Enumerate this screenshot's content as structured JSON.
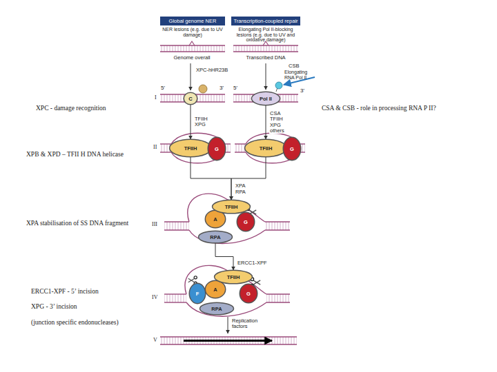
{
  "diagram": {
    "nodes": [
      {
        "text": [
          "Global genome NER"
        ]
      },
      {
        "text": [
          "Transcription-coupled repair"
        ]
      },
      {
        "text": [
          "C"
        ]
      },
      {
        "text": [
          "Pol II"
        ]
      },
      {
        "text": [
          "TFIIH"
        ]
      },
      {
        "text": [
          "G"
        ]
      },
      {
        "text": [
          "TFIIH"
        ]
      },
      {
        "text": [
          "G"
        ]
      },
      {
        "text": [
          "A"
        ]
      },
      {
        "text": [
          "RPA"
        ]
      },
      {
        "text": [
          "TFIIH"
        ]
      },
      {
        "text": [
          "G"
        ]
      },
      {
        "text": [
          "F"
        ]
      },
      {
        "text": [
          "A"
        ]
      },
      {
        "text": [
          "TFIIH"
        ]
      },
      {
        "text": [
          "G"
        ]
      },
      {
        "text": [
          "RPA"
        ]
      }
    ],
    "edges": [
      {
        "from": 2,
        "to": 4,
        "arrow": "to",
        "label": "TFIIH XPG"
      },
      {
        "from": 3,
        "to": 6,
        "arrow": "to",
        "label": "CSA TFIIH XPG others"
      },
      {
        "from": 4,
        "to": 10,
        "arrow": "to",
        "label": "XPA RPA"
      },
      {
        "from": 6,
        "to": 10,
        "arrow": "to"
      },
      {
        "from": 9,
        "to": 14,
        "arrow": "to",
        "label": "ERCC1-XPF"
      }
    ],
    "labels": [
      "NER lesions (e.g. due to UV damage)",
      "Elongating Pol II-blocking lesions (e.g. due to UV and oxidative damage)",
      "Genome overall",
      "Transcribed DNA",
      "XPC-hHR23B",
      "CSB",
      "Elongating RNA Pol II",
      "5'",
      "3'",
      "5'",
      "3'",
      "I",
      "II",
      "III",
      "IV",
      "V",
      "Replication factors",
      "XPC - damage recognition",
      "XPB & XPD – TFII H DNA helicase",
      "XPA stabilisation of SS DNA fragment",
      "ERCC1-XPF - 5’ incision",
      "XPG - 3’ incision",
      "(junction specific endonucleases)",
      "CSA & CSB - role in processing RNA P II?"
    ]
  }
}
